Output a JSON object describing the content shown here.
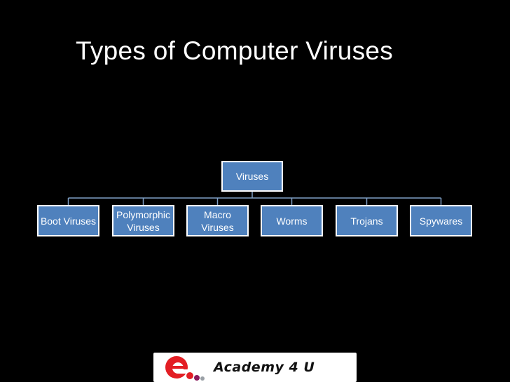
{
  "slide": {
    "title": "Types of Computer Viruses"
  },
  "diagram": {
    "root": "Viruses",
    "children": [
      "Boot Viruses",
      "Polymorphic Viruses",
      "Macro Viruses",
      "Worms",
      "Trojans",
      "Spywares"
    ]
  },
  "logo": {
    "mark": "e",
    "text": "Academy 4 U"
  },
  "colors": {
    "background": "#000000",
    "node_fill": "#4f81bd",
    "node_border": "#ffffff",
    "connector": "#7f9fc6",
    "logo_mark": "#e31e24"
  }
}
